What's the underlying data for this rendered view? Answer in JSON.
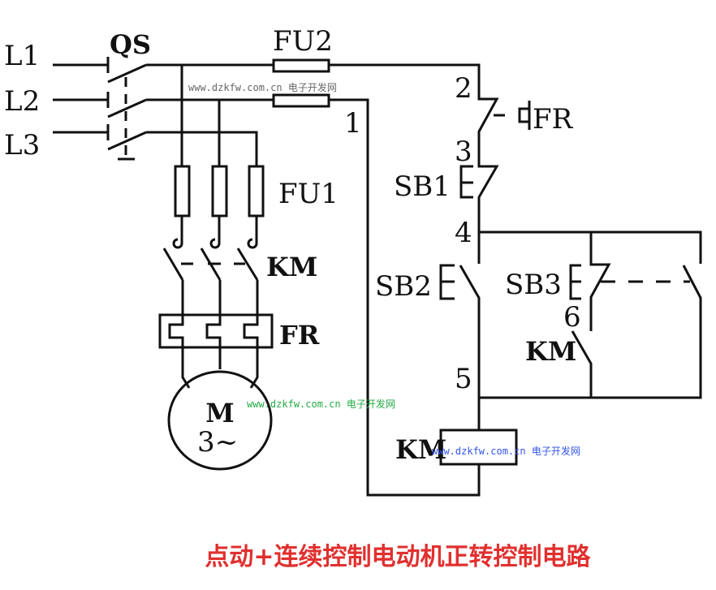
{
  "labels": {
    "l1": "L1",
    "l2": "L2",
    "l3": "L3",
    "qs": "QS",
    "fu2": "FU2",
    "fu1": "FU1",
    "km_main": "KM",
    "fr_main": "FR",
    "motor_m": "M",
    "motor_phase": "3~",
    "node1": "1",
    "node2": "2",
    "node3": "3",
    "node4": "4",
    "node5": "5",
    "node6": "6",
    "fr_contact": "FR",
    "sb1": "SB1",
    "sb2": "SB2",
    "sb3": "SB3",
    "km_aux": "KM",
    "km_coil": "KM"
  },
  "watermarks": [
    {
      "text": "www.dzkfw.com.cn 电子开发网",
      "color": "#666666"
    },
    {
      "text": "www.dzkfw.com.cn 电子开发网",
      "color": "#22aa44"
    },
    {
      "text": "www.dzkfw.com.cn 电子开发网",
      "color": "#3355ee"
    }
  ],
  "title": {
    "text": "点动+连续控制电动机正转控制电路",
    "color": "#e0302f"
  }
}
